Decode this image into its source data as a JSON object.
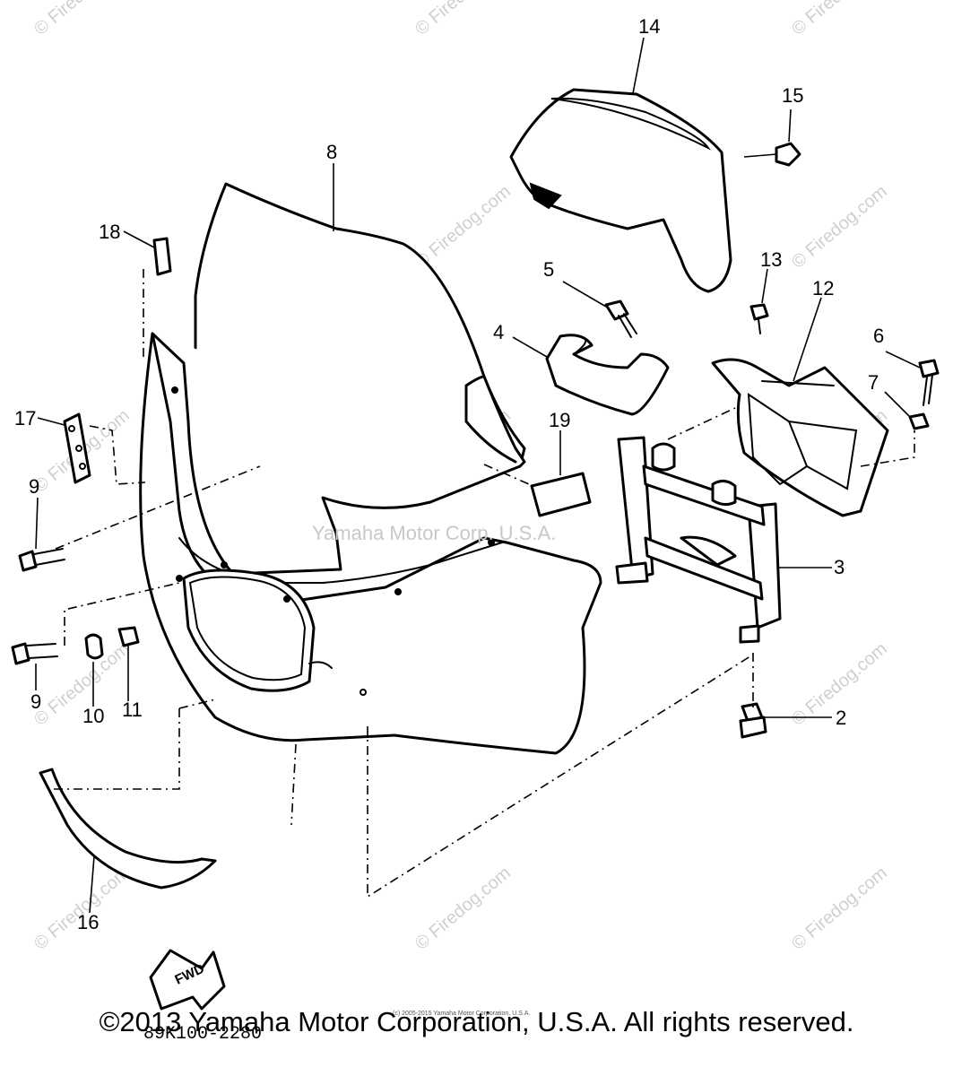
{
  "callouts": {
    "c1": "14",
    "c2": "15",
    "c3": "8",
    "c4": "18",
    "c5": "5",
    "c6": "13",
    "c7": "12",
    "c8": "4",
    "c9": "6",
    "c10": "7",
    "c11": "17",
    "c12": "19",
    "c13": "9",
    "c14": "3",
    "c15": "9",
    "c16": "10",
    "c17": "11",
    "c18": "2",
    "c19": "16"
  },
  "fwd_label": "FWD",
  "diagram_code": "89K100-2280",
  "watermark": {
    "site": "© Firedog.com",
    "center": "Yamaha Motor Corp. U.S.A."
  },
  "small_notice": "(c) 2005-2015 Yamaha Motor Corporation, U.S.A.",
  "copyright": "©2013 Yamaha Motor Corporation, U.S.A. All rights reserved."
}
